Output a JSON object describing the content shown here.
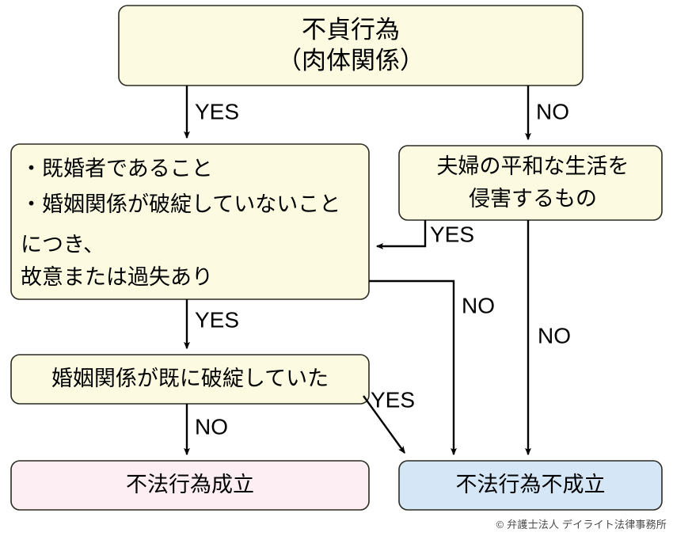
{
  "diagram": {
    "title_node": {
      "id": "affair",
      "lines": [
        "不貞行為",
        "（肉体関係）"
      ],
      "fill": "#fcfbe2"
    },
    "nodes": [
      {
        "id": "affair",
        "lines": [
          "不貞行為",
          "（肉体関係）"
        ],
        "fill": "#fcfbe2",
        "align": "center"
      },
      {
        "id": "requirements",
        "lines": [
          "・既婚者であること",
          "・婚姻関係が破綻していないこと",
          "につき、",
          "故意または過失あり"
        ],
        "fill": "#fcfbe2",
        "align": "left"
      },
      {
        "id": "peaceful-life",
        "lines": [
          "夫婦の平和な生活を",
          "侵害するもの"
        ],
        "fill": "#fcfbe2",
        "align": "center"
      },
      {
        "id": "already-broken",
        "lines": [
          "婚姻関係が既に破綻していた"
        ],
        "fill": "#fcfbe2",
        "align": "center"
      },
      {
        "id": "tort-established",
        "lines": [
          "不法行為成立"
        ],
        "fill": "#fceef3",
        "align": "center"
      },
      {
        "id": "tort-not-established",
        "lines": [
          "不法行為不成立"
        ],
        "fill": "#d5e7f7",
        "align": "center"
      }
    ],
    "edges": [
      {
        "id": "affair-yes",
        "from": "affair",
        "to": "requirements",
        "label": "YES"
      },
      {
        "id": "affair-no",
        "from": "affair",
        "to": "peaceful-life",
        "label": "NO"
      },
      {
        "id": "peaceful-yes",
        "from": "peaceful-life",
        "to": "requirements",
        "label": "YES"
      },
      {
        "id": "peaceful-no",
        "from": "peaceful-life",
        "to": "tort-not-established",
        "label": "NO"
      },
      {
        "id": "requirements-yes",
        "from": "requirements",
        "to": "already-broken",
        "label": "YES"
      },
      {
        "id": "requirements-no",
        "from": "requirements",
        "to": "tort-not-established",
        "label": "NO"
      },
      {
        "id": "broken-no",
        "from": "already-broken",
        "to": "tort-established",
        "label": "NO"
      },
      {
        "id": "broken-yes",
        "from": "already-broken",
        "to": "tort-not-established",
        "label": "YES"
      }
    ],
    "labels": {
      "yes": "YES",
      "no": "NO"
    },
    "colors": {
      "node_cream": "#fcfbe2",
      "node_pink": "#fceef3",
      "node_blue": "#d5e7f7",
      "stroke": "#2b2b22",
      "edge": "#000000",
      "text": "#000000"
    }
  },
  "credit": "© 弁護士法人 デイライト法律事務所"
}
